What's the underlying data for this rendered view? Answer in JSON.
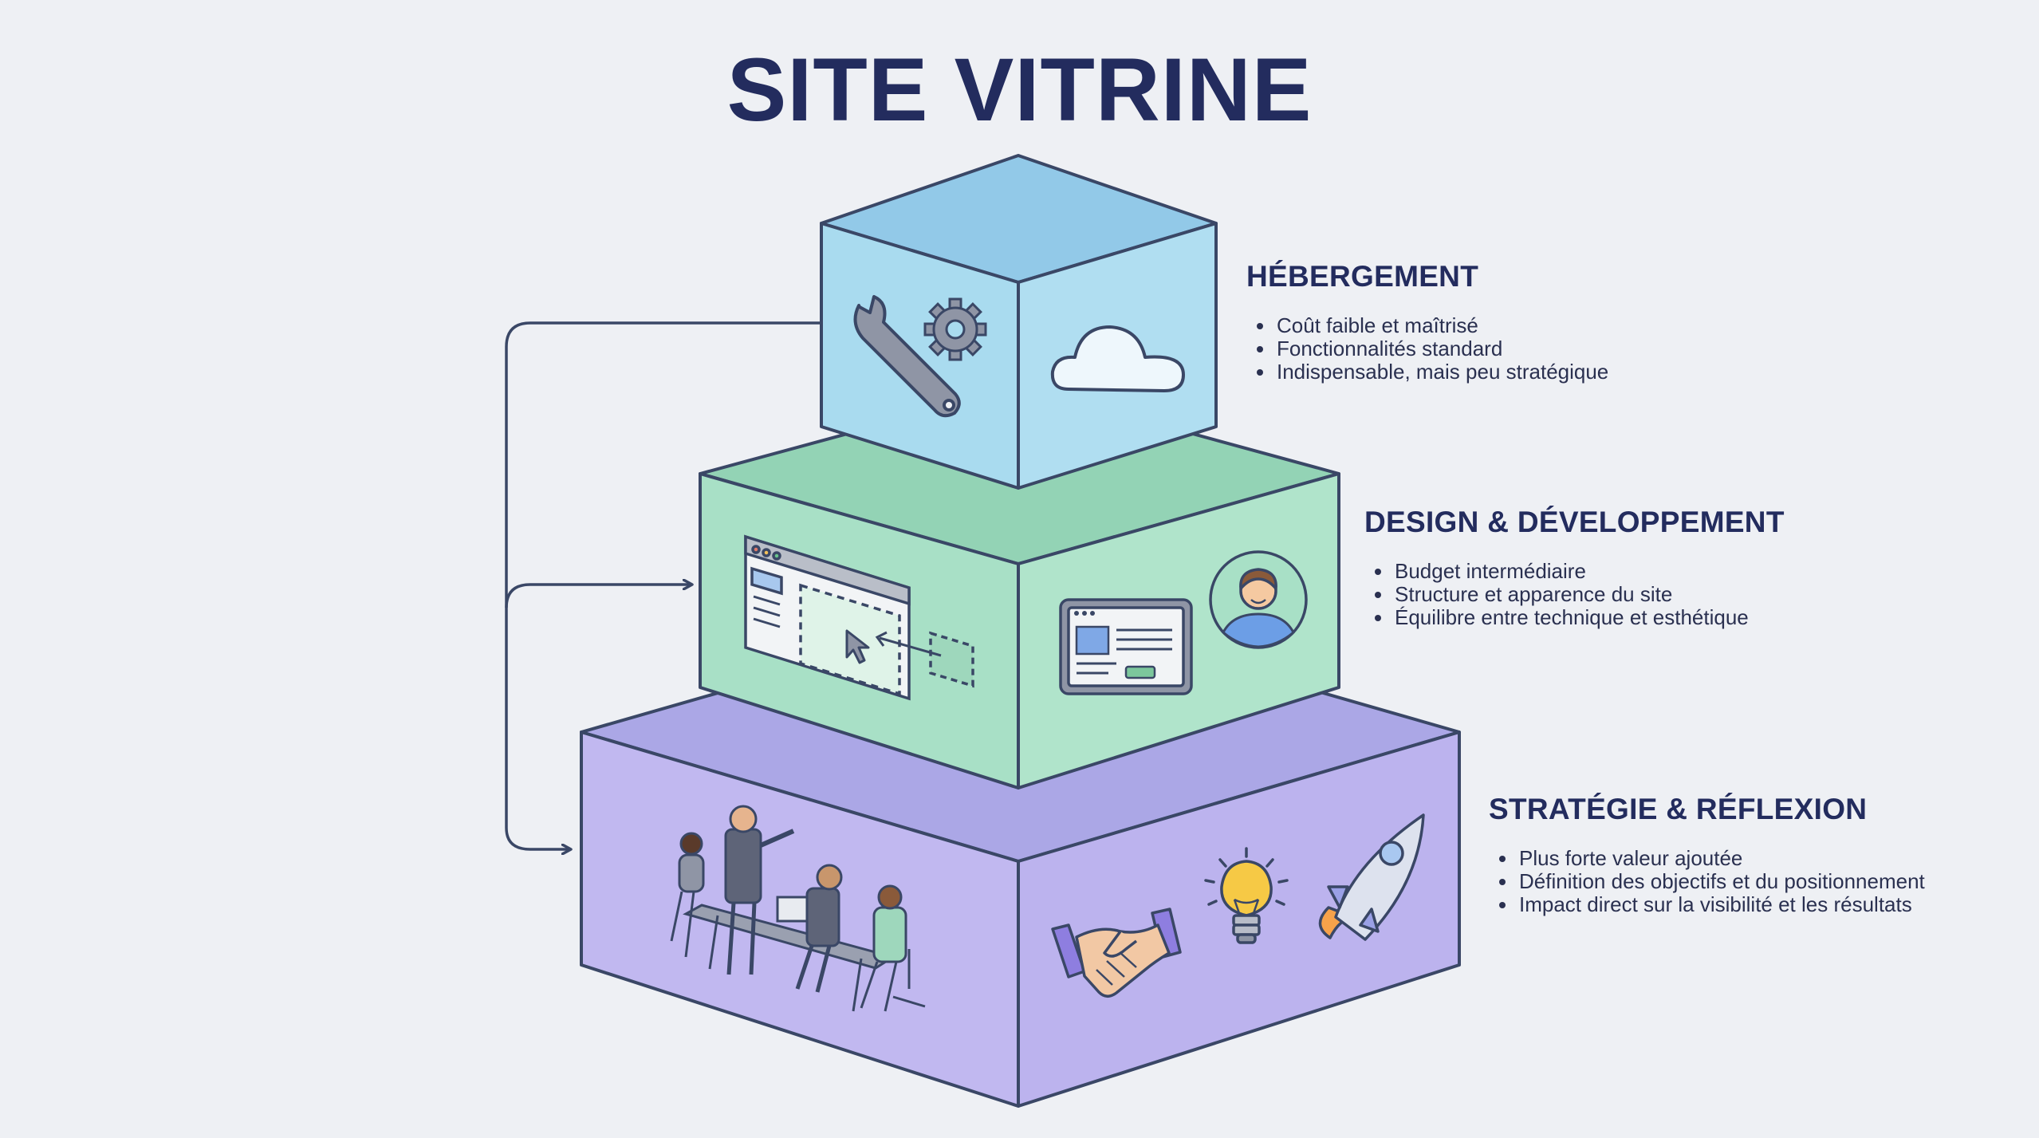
{
  "title": "SITE VITRINE",
  "colors": {
    "background": "#eef0f4",
    "title": "#232c5e",
    "outline": "#3a4766",
    "tier_top": "#a9dbef",
    "tier_middle": "#a8e0c6",
    "tier_bottom": "#bcb3ee"
  },
  "tiers": [
    {
      "heading": "HÉBERGEMENT",
      "bullets": [
        "Coût faible et maîtrisé",
        "Fonctionnalités standard",
        "Indispensable, mais peu stratégique"
      ],
      "icons": [
        "wrench-icon",
        "gear-icon",
        "cloud-icon"
      ]
    },
    {
      "heading": "DESIGN & DÉVELOPPEMENT",
      "bullets": [
        "Budget intermédiaire",
        "Structure et apparence du site",
        "Équilibre entre technique et esthétique"
      ],
      "icons": [
        "browser-window-icon",
        "cursor-icon",
        "tablet-icon",
        "user-avatar-icon"
      ]
    },
    {
      "heading": "STRATÉGIE & RÉFLEXION",
      "bullets": [
        "Plus forte valeur ajoutée",
        "Définition des objectifs et du positionnement",
        "Impact direct sur la visibilité et les résultats"
      ],
      "icons": [
        "team-meeting-icon",
        "handshake-icon",
        "lightbulb-icon",
        "rocket-icon"
      ]
    }
  ]
}
